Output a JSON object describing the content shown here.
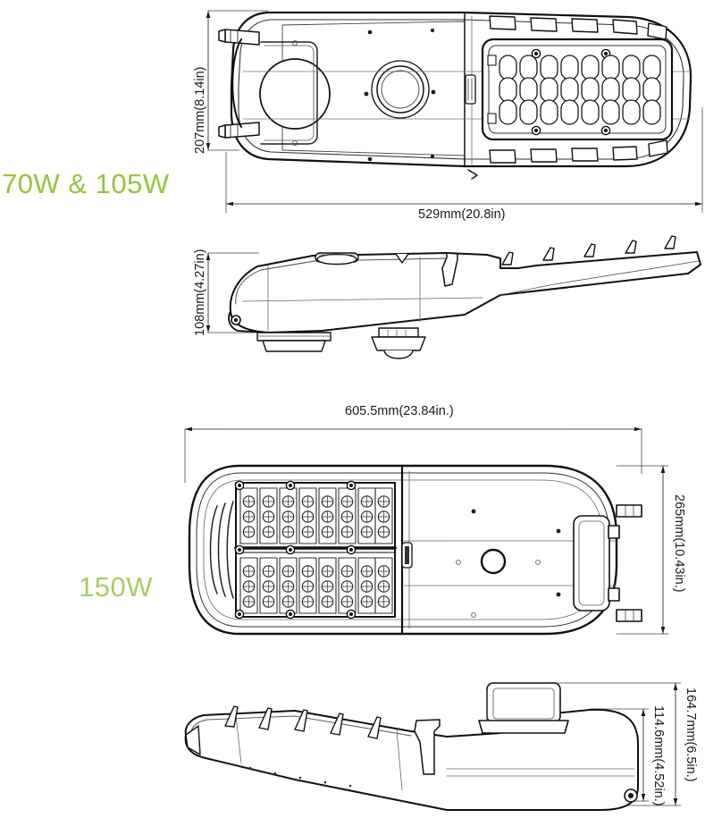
{
  "document": {
    "type": "technical-dimension-drawing",
    "subject": "LED street light fixture",
    "background_color": "#ffffff",
    "line_color": "#1a1a1a",
    "accent_color": "#92c83e"
  },
  "labels": {
    "group_1": "70W & 105W",
    "group_2": "150W"
  },
  "dimensions": {
    "d1": {
      "text": "207mm(8.14in)",
      "orientation": "vertical",
      "group": "70W & 105W",
      "view": "top"
    },
    "d2": {
      "text": "529mm(20.8in)",
      "orientation": "horizontal",
      "group": "70W & 105W",
      "view": "top"
    },
    "d3": {
      "text": "108mm(4.27in)",
      "orientation": "vertical",
      "group": "70W & 105W",
      "view": "side"
    },
    "d4": {
      "text": "605.5mm(23.84in.)",
      "orientation": "horizontal",
      "group": "150W",
      "view": "top"
    },
    "d5": {
      "text": "265mm(10.43in.)",
      "orientation": "vertical",
      "group": "150W",
      "view": "top"
    },
    "d6": {
      "text": "164.7mm(6.5in.)",
      "orientation": "vertical",
      "group": "150W",
      "view": "side"
    },
    "d7": {
      "text": "114.6mm(4.52in.)",
      "orientation": "vertical",
      "group": "150W",
      "view": "side"
    }
  },
  "views": {
    "view_1": {
      "name": "70w-105w-top-view",
      "led_columns": 8,
      "led_rows": 3,
      "led_shape": "rounded-rect"
    },
    "view_2": {
      "name": "70w-105w-side-view",
      "fin_count": 5
    },
    "view_3": {
      "name": "150w-top-view",
      "modules": 2,
      "led_columns_per_module": 8,
      "led_rows_per_module": 3,
      "led_shape": "circle"
    },
    "view_4": {
      "name": "150w-side-view",
      "fin_count": 5,
      "has_photocell": true
    }
  }
}
